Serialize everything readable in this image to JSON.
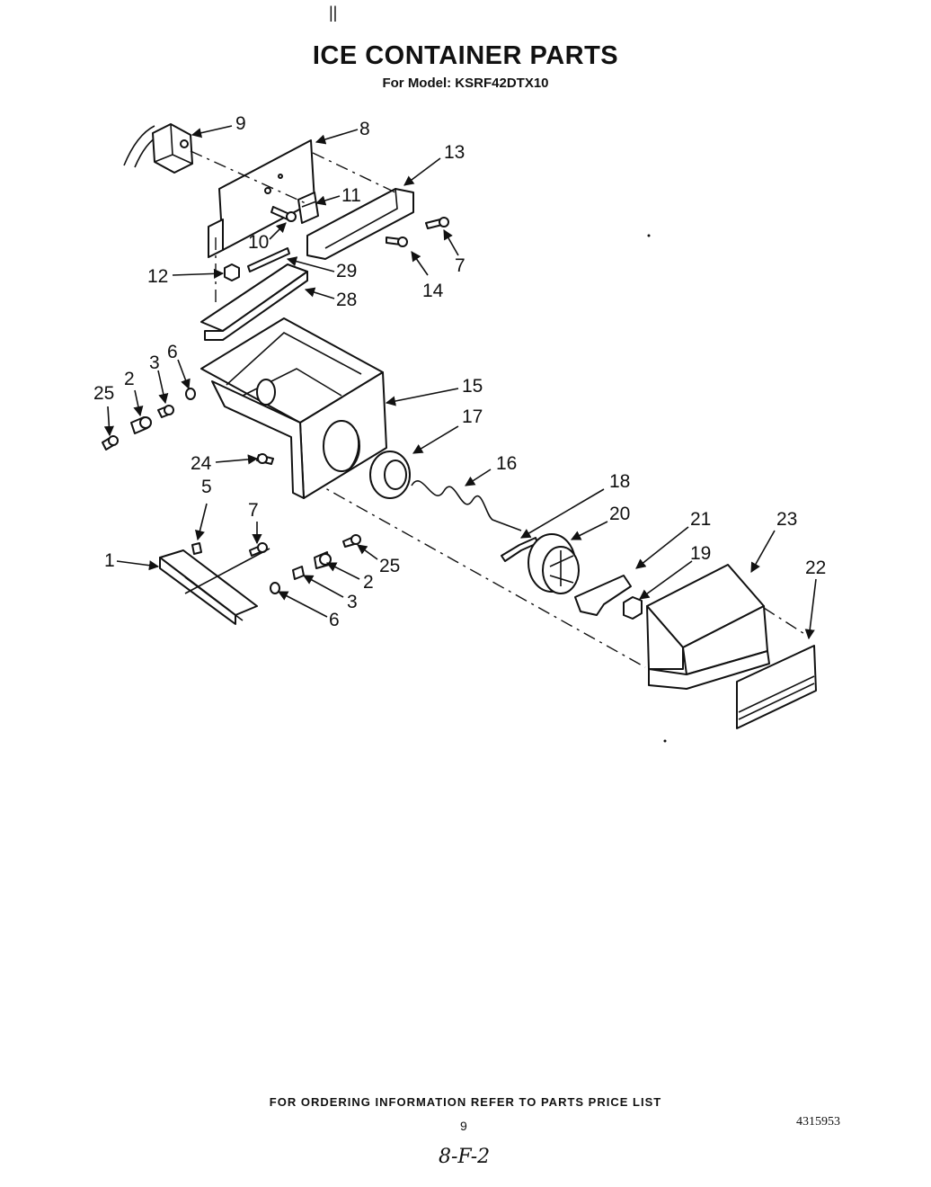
{
  "header": {
    "title": "ICE CONTAINER PARTS",
    "model": "For Model: KSRF42DTX10",
    "mark": "||"
  },
  "footer": {
    "ordering_info": "FOR ORDERING INFORMATION REFER TO PARTS PRICE LIST",
    "page_number": "9",
    "document_number": "4315953",
    "handwritten_note": "8-F-2"
  },
  "callouts": {
    "c1": "1",
    "c2a": "2",
    "c2b": "2",
    "c3a": "3",
    "c3b": "3",
    "c5": "5",
    "c6a": "6",
    "c6b": "6",
    "c7a": "7",
    "c7b": "7",
    "c8": "8",
    "c9": "9",
    "c10": "10",
    "c11": "11",
    "c12": "12",
    "c13": "13",
    "c14": "14",
    "c15": "15",
    "c16": "16",
    "c17": "17",
    "c18": "18",
    "c19": "19",
    "c20": "20",
    "c21": "21",
    "c22": "22",
    "c23": "23",
    "c24": "24",
    "c25a": "25",
    "c25b": "25",
    "c28": "28",
    "c29": "29"
  }
}
